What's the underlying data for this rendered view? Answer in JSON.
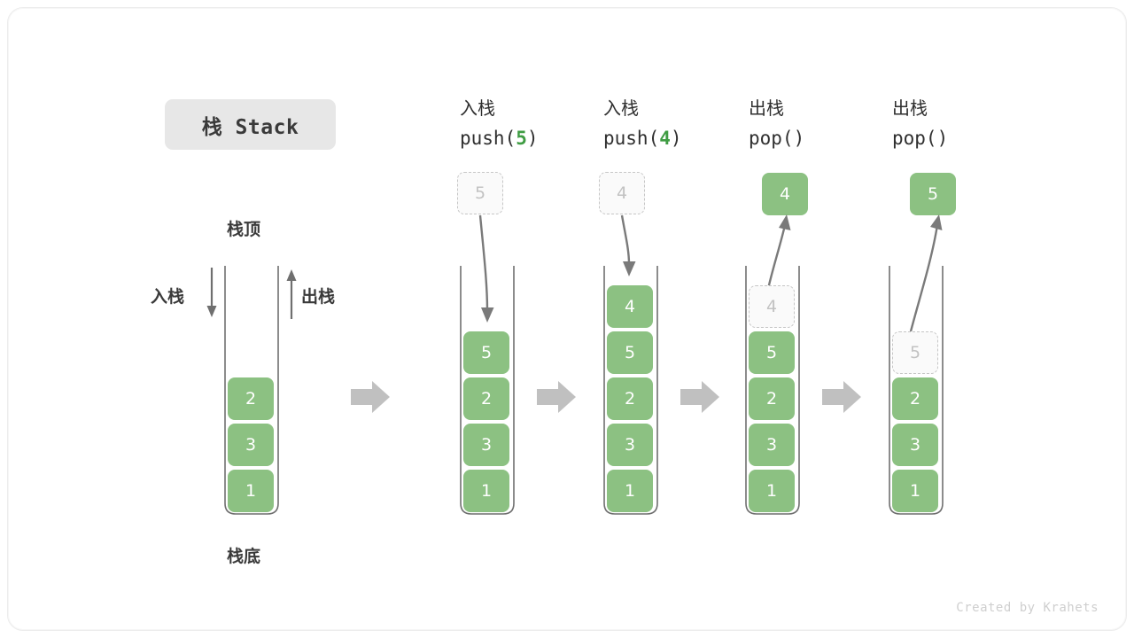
{
  "title": "栈 Stack",
  "labels": {
    "top": "栈顶",
    "bottom": "栈底",
    "push": "入栈",
    "pop": "出栈"
  },
  "colors": {
    "cell_green": "#8cc182",
    "code_green": "#3f9c43",
    "arrow_gray": "#c0c0c0",
    "line_gray": "#6f6f6f",
    "ghost_border": "#c6c6c6",
    "chip_bg": "#e7e7e7",
    "text_dark": "#3a3a3a"
  },
  "initial_stack": {
    "name": "栈 Stack",
    "cells_top_to_bottom": [
      "2",
      "3",
      "1"
    ],
    "push_label": "入栈",
    "pop_label": "出栈",
    "top_label": "栈顶",
    "bottom_label": "栈底"
  },
  "steps": [
    {
      "op": "push",
      "op_cn": "入栈",
      "code_prefix": "push(",
      "code_arg": "5",
      "code_suffix": ")",
      "moving_value": "5",
      "moving_style": "ghost",
      "moving_position": "above",
      "cells_top_to_bottom": [
        "5",
        "2",
        "3",
        "1"
      ],
      "ghost_in_stack": null
    },
    {
      "op": "push",
      "op_cn": "入栈",
      "code_prefix": "push(",
      "code_arg": "4",
      "code_suffix": ")",
      "moving_value": "4",
      "moving_style": "ghost",
      "moving_position": "above",
      "cells_top_to_bottom": [
        "4",
        "5",
        "2",
        "3",
        "1"
      ],
      "ghost_in_stack": null
    },
    {
      "op": "pop",
      "op_cn": "出栈",
      "code_prefix": "pop(",
      "code_arg": "",
      "code_suffix": ")",
      "moving_value": "4",
      "moving_style": "solid",
      "moving_position": "above",
      "cells_top_to_bottom": [
        "5",
        "2",
        "3",
        "1"
      ],
      "ghost_in_stack": "4"
    },
    {
      "op": "pop",
      "op_cn": "出栈",
      "code_prefix": "pop(",
      "code_arg": "",
      "code_suffix": ")",
      "moving_value": "5",
      "moving_style": "solid",
      "moving_position": "above",
      "cells_top_to_bottom": [
        "2",
        "3",
        "1"
      ],
      "ghost_in_stack": "5"
    }
  ],
  "footer": "Created by Krahets"
}
